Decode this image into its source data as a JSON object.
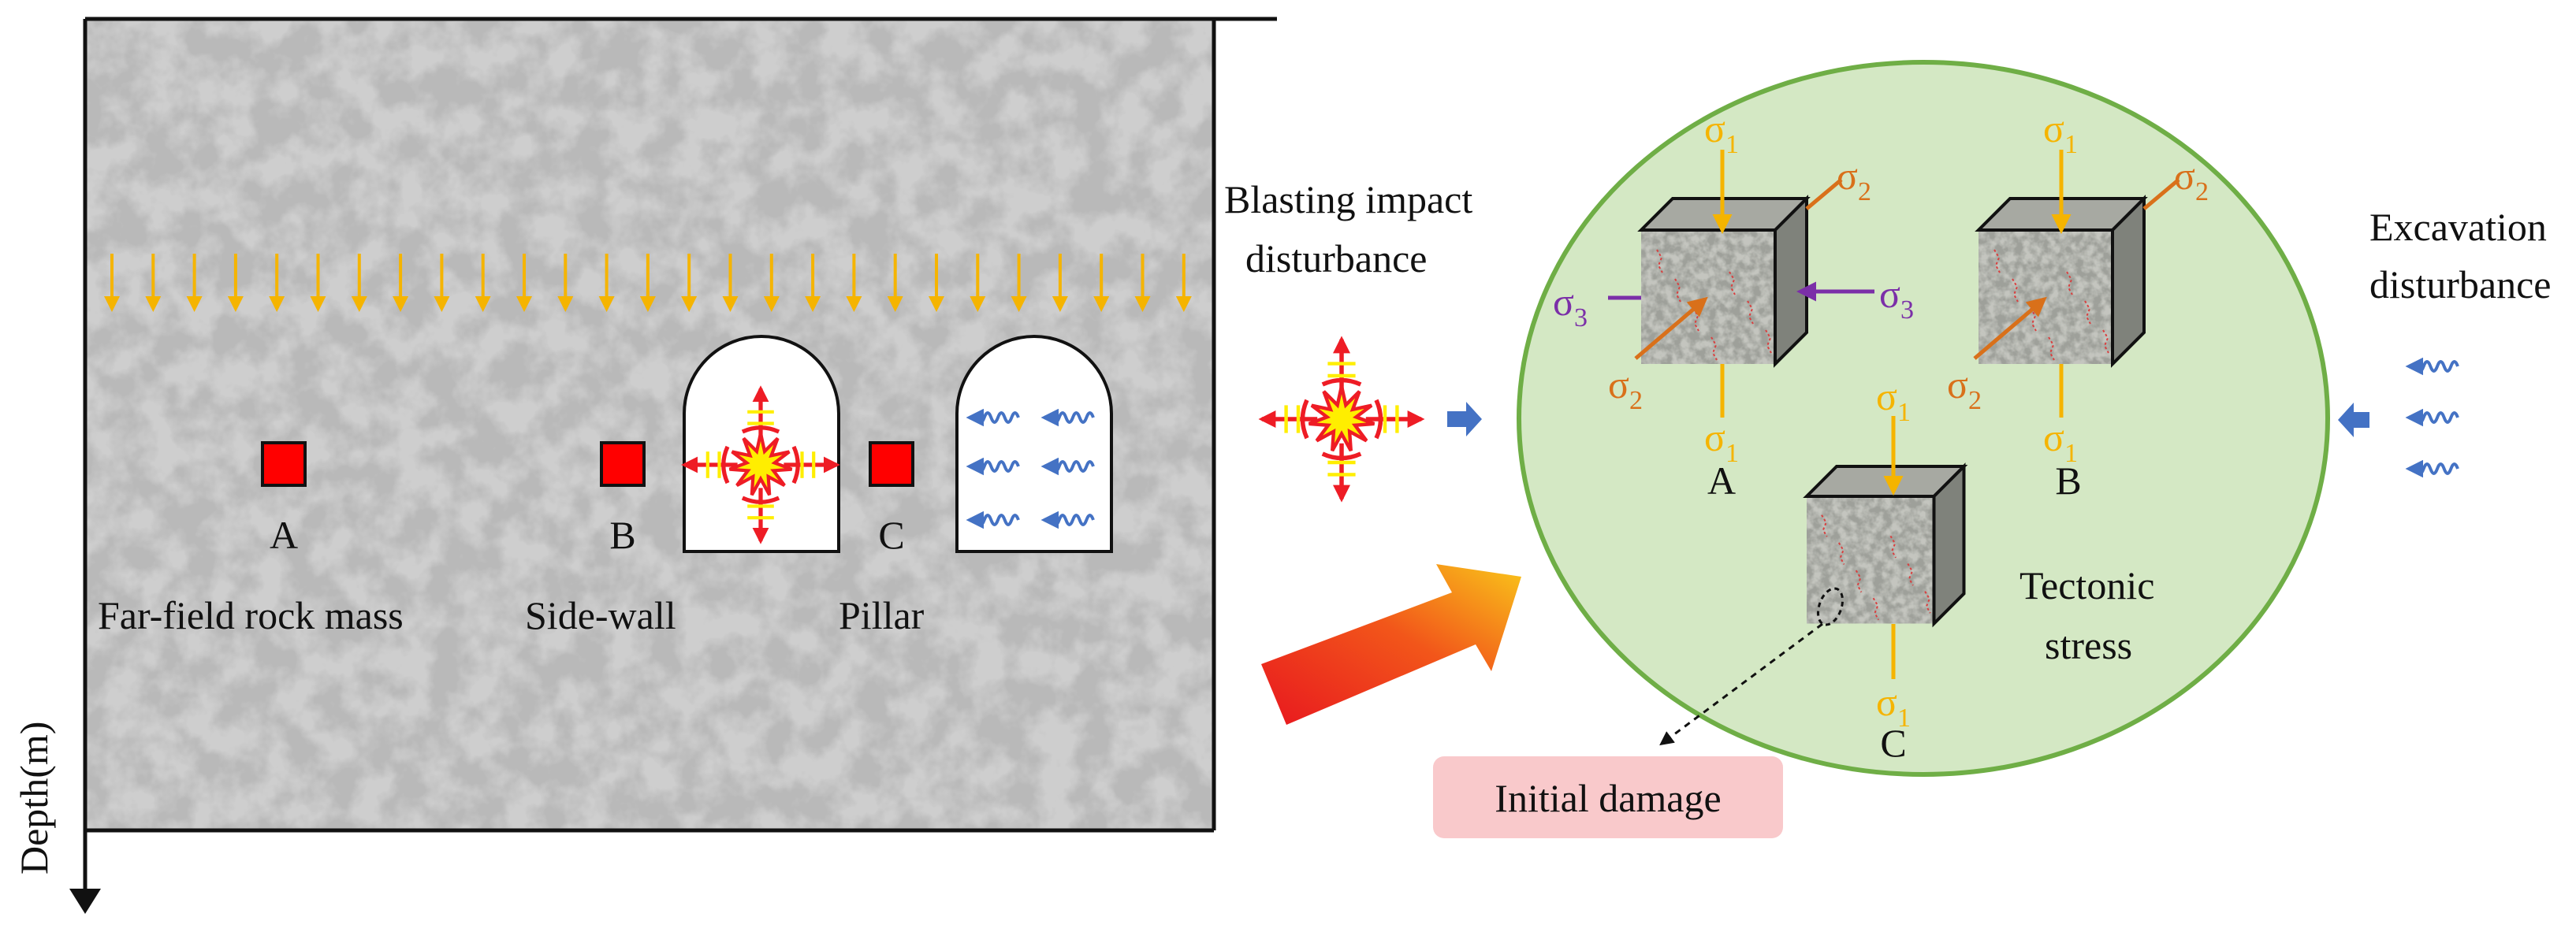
{
  "left_panel": {
    "axis_label": "Depth(m)",
    "points": [
      {
        "letter": "A",
        "caption": "Far-field rock mass"
      },
      {
        "letter": "B",
        "caption": "Side-wall"
      },
      {
        "letter": "C",
        "caption": "Pillar"
      }
    ]
  },
  "middle": {
    "blasting_label_line1": "Blasting impact",
    "blasting_label_line2": "disturbance"
  },
  "right_panel": {
    "excavation_label_line1": "Excavation",
    "excavation_label_line2": "disturbance",
    "tectonic_label_line1": "Tectonic",
    "tectonic_label_line2": "stress",
    "initial_damage_label": "Initial damage",
    "cube_labels": [
      "A",
      "B",
      "C"
    ],
    "stress_symbols": {
      "sigma": "σ",
      "sub1": "1",
      "sub2": "2",
      "sub3": "3"
    }
  },
  "colors": {
    "gravity_arrow": "#F5B400",
    "sigma1": "#F5B400",
    "sigma2": "#D9701A",
    "sigma3": "#7B2FA8",
    "point_marker": "#FF0000",
    "blast_red": "#EE1C25",
    "blast_yellow": "#FFEE00",
    "excavation_blue": "#4472C4",
    "circle_fill": "#D4E8C4",
    "circle_stroke": "#6FAE46",
    "damage_box": "#F9C9CB"
  },
  "icons": [
    "blast-star-icon",
    "wave-arrow-icon",
    "big-gradient-arrow-icon"
  ]
}
